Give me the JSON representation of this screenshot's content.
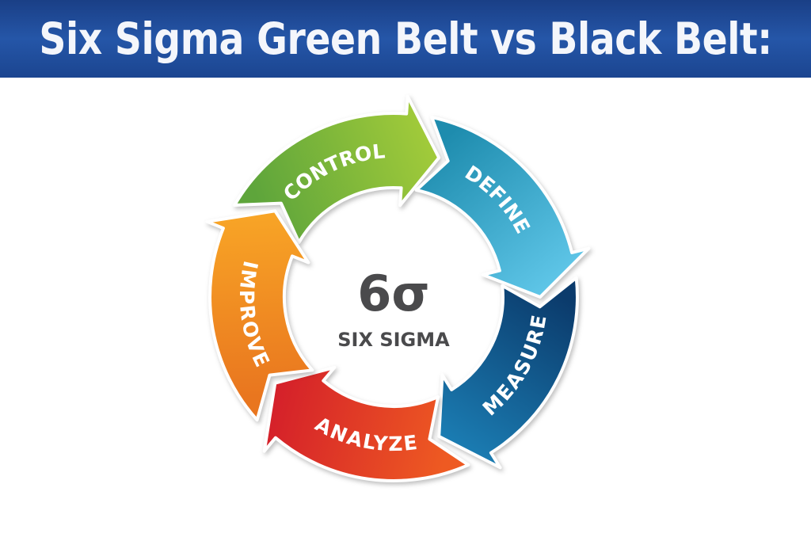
{
  "header": {
    "title": "Six Sigma Green Belt vs Black Belt:"
  },
  "center": {
    "symbol": "6σ",
    "label": "SIX SIGMA"
  },
  "segments": [
    {
      "label": "CONTROL",
      "colors": [
        "#5ea53b",
        "#a2cb3a"
      ],
      "dir": "cw"
    },
    {
      "label": "DEFINE",
      "colors": [
        "#1e8cae",
        "#5fc6e8"
      ],
      "dir": "cw"
    },
    {
      "label": "MEASURE",
      "colors": [
        "#0b3b6c",
        "#1b7db3"
      ],
      "dir": "ccw"
    },
    {
      "label": "ANALYZE",
      "colors": [
        "#d41f2a",
        "#ee5a22"
      ],
      "dir": "ccw"
    },
    {
      "label": "IMPROVE",
      "colors": [
        "#e9761f",
        "#f8a526"
      ],
      "dir": "ccw"
    }
  ]
}
